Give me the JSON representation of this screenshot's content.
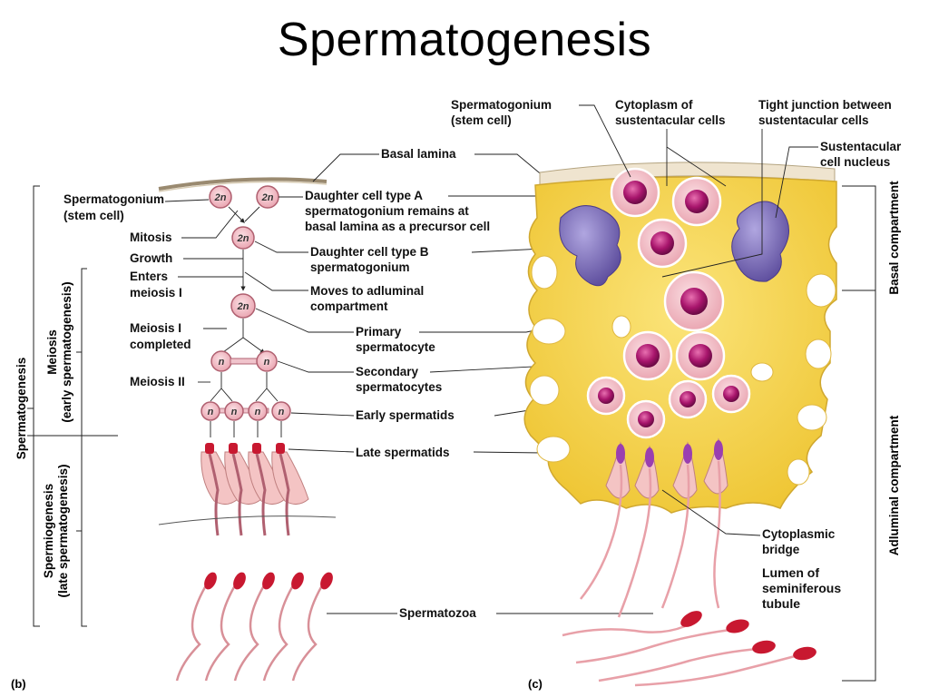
{
  "title": "Spermatogenesis",
  "panel_b": {
    "letter": "(b)",
    "side_labels": {
      "spermatogenesis": "Spermatogenesis",
      "meiosis_1": "Meiosis",
      "meiosis_2": "(early spermatogenesis)",
      "spermiogenesis_1": "Spermiogenesis",
      "spermiogenesis_2": "(late spermatogenesis)"
    },
    "left_labels": {
      "spermatogonium_1": "Spermatogonium",
      "spermatogonium_2": "(stem cell)",
      "mitosis": "Mitosis",
      "growth": "Growth",
      "enters_1": "Enters",
      "enters_2": "meiosis I",
      "meiosis1_completed_1": "Meiosis I",
      "meiosis1_completed_2": "completed",
      "meiosis2": "Meiosis II"
    },
    "cell_text": {
      "diploid": "2n",
      "haploid": "n"
    }
  },
  "center_labels": {
    "basal_lamina": "Basal lamina",
    "daughter_a_1": "Daughter cell type A",
    "daughter_a_2": "spermatogonium  remains at",
    "daughter_a_3": "basal lamina as a precursor cell",
    "daughter_b_1": "Daughter cell type B",
    "daughter_b_2": "spermatogonium",
    "moves_1": "Moves to adluminal",
    "moves_2": "compartment",
    "primary_1": "Primary",
    "primary_2": "spermatocyte",
    "secondary_1": "Secondary",
    "secondary_2": "spermatocytes",
    "early_spermatids": "Early  spermatids",
    "late_spermatids": "Late spermatids",
    "spermatozoa": "Spermatozoa"
  },
  "panel_c": {
    "letter": "(c)",
    "top_labels": {
      "spermatogonium_1": "Spermatogonium",
      "spermatogonium_2": "(stem cell)",
      "cytoplasm_1": "Cytoplasm of",
      "cytoplasm_2": "sustentacular cells",
      "tight_1": "Tight junction between",
      "tight_2": "sustentacular cells",
      "nucleus_1": "Sustentacular",
      "nucleus_2": "cell nucleus"
    },
    "right_labels": {
      "basal_compartment": "Basal compartment",
      "adluminal_compartment": "Adluminal compartment",
      "bridge_1": "Cytoplasmic",
      "bridge_2": "bridge",
      "lumen_1": "Lumen of",
      "lumen_2": "seminiferous",
      "lumen_3": "tubule"
    }
  },
  "colors": {
    "cell_fill": "#f0b8c0",
    "cell_stroke": "#b06070",
    "nucleus": "#a0186a",
    "sustentacular": "#f2d23c",
    "sustentacular_nucleus": "#8070b8",
    "sperm_tail": "#e8a0a8",
    "sperm_head": "#c81830"
  }
}
